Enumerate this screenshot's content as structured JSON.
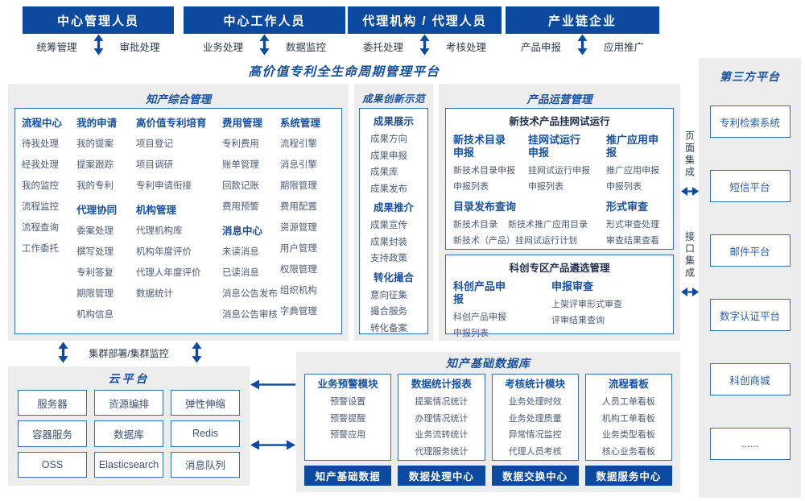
{
  "colors": {
    "primary_blue": "#0b4a9e",
    "title_blue": "#17519f",
    "border_blue": "#3c6cb0",
    "panel_gray": "#ededee",
    "item_text": "#4d5b76"
  },
  "top_roles": [
    {
      "title": "中心管理人员",
      "left_label": "统筹管理",
      "right_label": "审批处理"
    },
    {
      "title": "中心工作人员",
      "left_label": "业务处理",
      "right_label": "数据监控"
    },
    {
      "title": "代理机构 / 代理人员",
      "left_label": "委托处理",
      "right_label": "考核处理"
    },
    {
      "title": "产业链企业",
      "left_label": "产品申报",
      "right_label": "应用推广"
    }
  ],
  "platform_title": "高价值专利全生命周期管理平台",
  "comprehensive": {
    "title": "知产综合管理",
    "columns": [
      {
        "groups": [
          {
            "header": "流程中心",
            "items": [
              "待我处理",
              "经我处理",
              "我的监控",
              "流程监控",
              "流程查询",
              "工作委托"
            ]
          }
        ]
      },
      {
        "groups": [
          {
            "header": "我的申请",
            "items": [
              "我的提案",
              "提案跟踪",
              "我的专利"
            ]
          },
          {
            "header": "代理协同",
            "items": [
              "委案处理",
              "撰写处理",
              "专利答复",
              "期限管理",
              "机构信息"
            ]
          }
        ]
      },
      {
        "groups": [
          {
            "header": "高价值专利培育",
            "items": [
              "项目登记",
              "项目调研",
              "专利申请衔接"
            ]
          },
          {
            "header": "机构管理",
            "items": [
              "代理机构库",
              "机构年度评价",
              "代理人年度评价",
              "数据统计"
            ]
          }
        ]
      },
      {
        "groups": [
          {
            "header": "费用管理",
            "items": [
              "专利费用",
              "账单管理",
              "回款记账",
              "费用预警"
            ]
          },
          {
            "header": "消息中心",
            "items": [
              "未读消息",
              "已读消息",
              "消息公告发布",
              "消息公告审核"
            ]
          }
        ]
      },
      {
        "groups": [
          {
            "header": "系统管理",
            "items": [
              "流程引擎",
              "消息引擎",
              "期限管理",
              "费用配置",
              "资源管理",
              "用户管理",
              "权限管理",
              "组织机构",
              "字典管理"
            ]
          }
        ]
      }
    ]
  },
  "achievements": {
    "title": "成果创新示范",
    "groups": [
      {
        "header": "成果展示",
        "items": [
          "成果方向",
          "成果申报",
          "成果库",
          "成果发布"
        ]
      },
      {
        "header": "成果推介",
        "items": [
          "成果宣传",
          "成果封装",
          "支持政策"
        ]
      },
      {
        "header": "转化撮合",
        "items": [
          "意向征集",
          "撮合服务",
          "转化备案"
        ]
      }
    ]
  },
  "product_ops": {
    "title": "产品运营管理",
    "trial": {
      "title": "新技术产品挂网试运行",
      "apply_groups": [
        {
          "header": "新技术目录申报",
          "items": [
            "新技术目录申报",
            "申报列表"
          ]
        },
        {
          "header": "挂网试运行申报",
          "items": [
            "挂网试运行申报",
            "申报列表"
          ]
        },
        {
          "header": "推广应用申报",
          "items": [
            "推广应用申报",
            "申报列表"
          ]
        }
      ],
      "catalog_query": {
        "header": "目录发布查询",
        "items": [
          "新技术目录",
          "新技术推广应用目录",
          "新技术（产品）挂网试运行计划"
        ]
      },
      "form_review": {
        "header": "形式审查",
        "items": [
          "形式审查处理",
          "审查结果查看"
        ]
      }
    },
    "selection": {
      "title": "科创专区产品遴选管理",
      "groups": [
        {
          "header": "科创产品申报",
          "items": [
            "科创产品申报",
            "申报列表"
          ]
        },
        {
          "header": "申报审查",
          "items": [
            "上架评审形式审查",
            "评审结果查询"
          ]
        }
      ]
    }
  },
  "cluster_label": "集群部署/集群监控",
  "cloud": {
    "title": "云平台",
    "items": [
      "服务器",
      "资源编排",
      "弹性伸缩",
      "容器服务",
      "数据库",
      "Redis",
      "OSS",
      "Elasticsearch",
      "消息队列"
    ]
  },
  "database": {
    "title": "知产基础数据库",
    "modules": [
      {
        "header": "业务预警模块",
        "items": [
          "预警设置",
          "预警提醒",
          "预警应用"
        ],
        "footer": "知产基础数据"
      },
      {
        "header": "数据统计报表",
        "items": [
          "提案情况统计",
          "办理情况统计",
          "业务流转统计",
          "代理服务统计"
        ],
        "footer": "数据处理中心"
      },
      {
        "header": "考核统计模块",
        "items": [
          "业务处理时效",
          "业务处理质量",
          "异常情况监控",
          "代理人员考核"
        ],
        "footer": "数据交换中心"
      },
      {
        "header": "流程看板",
        "items": [
          "人员工单看板",
          "机构工单看板",
          "业务类型看板",
          "核心业务看板"
        ],
        "footer": "数据服务中心"
      }
    ]
  },
  "third_party": {
    "title": "第三方平台",
    "items": [
      "专利检索系统",
      "短信平台",
      "邮件平台",
      "数字认证平台",
      "科创商城",
      "......"
    ]
  },
  "integration": {
    "page": "页面集成",
    "interface": "接口集成"
  }
}
